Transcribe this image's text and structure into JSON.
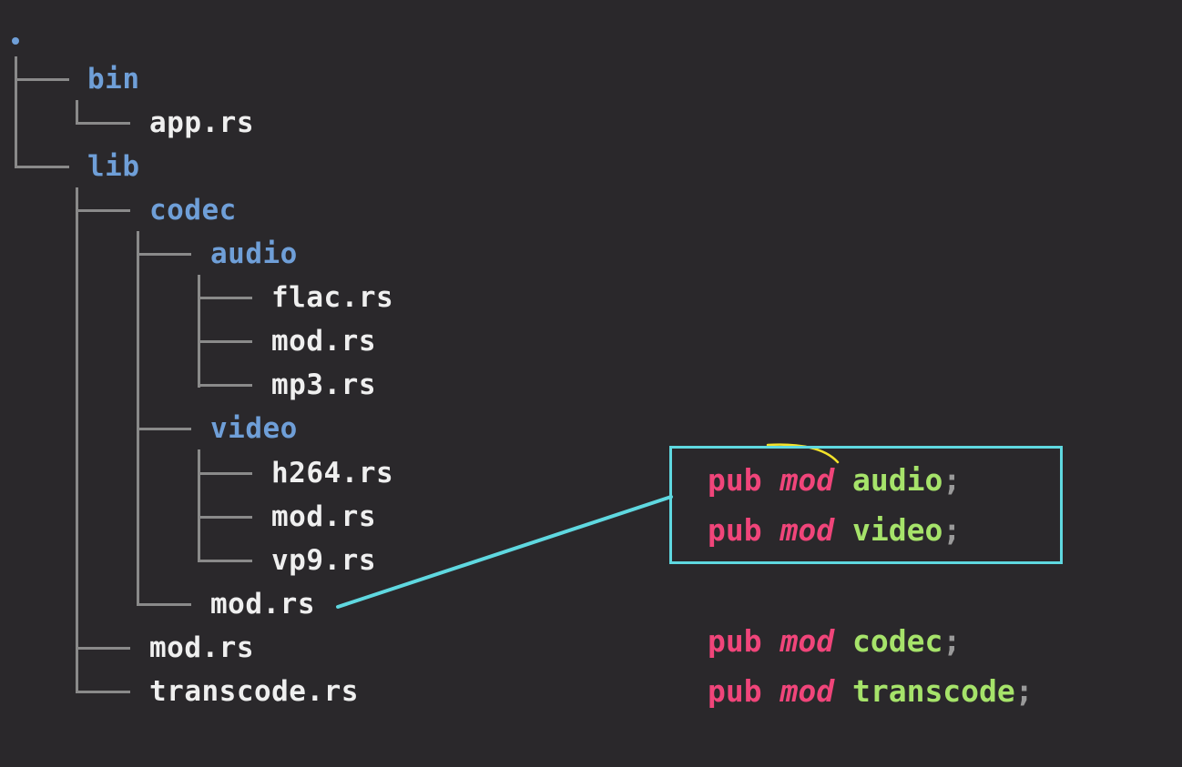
{
  "tree": {
    "root_label": ".",
    "nodes": [
      {
        "name": "bin",
        "type": "dir",
        "depth": 1
      },
      {
        "name": "app.rs",
        "type": "file",
        "depth": 2
      },
      {
        "name": "lib",
        "type": "dir",
        "depth": 1
      },
      {
        "name": "codec",
        "type": "dir",
        "depth": 2
      },
      {
        "name": "audio",
        "type": "dir",
        "depth": 3
      },
      {
        "name": "flac.rs",
        "type": "file",
        "depth": 4
      },
      {
        "name": "mod.rs",
        "type": "file",
        "depth": 4
      },
      {
        "name": "mp3.rs",
        "type": "file",
        "depth": 4
      },
      {
        "name": "video",
        "type": "dir",
        "depth": 3
      },
      {
        "name": "h264.rs",
        "type": "file",
        "depth": 4
      },
      {
        "name": "mod.rs",
        "type": "file",
        "depth": 4
      },
      {
        "name": "vp9.rs",
        "type": "file",
        "depth": 4
      },
      {
        "name": "mod.rs",
        "type": "file",
        "depth": 3
      },
      {
        "name": "mod.rs",
        "type": "file",
        "depth": 2
      },
      {
        "name": "transcode.rs",
        "type": "file",
        "depth": 2
      }
    ]
  },
  "codec_mod_box": {
    "lines": [
      {
        "kw": "pub",
        "kw2": "mod",
        "ident": "audio",
        "semi": ";"
      },
      {
        "kw": "pub",
        "kw2": "mod",
        "ident": "video",
        "semi": ";"
      }
    ]
  },
  "lib_mod_code": {
    "lines": [
      {
        "kw": "pub",
        "kw2": "mod",
        "ident": "codec",
        "semi": ";"
      },
      {
        "kw": "pub",
        "kw2": "mod",
        "ident": "transcode",
        "semi": ";"
      }
    ]
  },
  "colors": {
    "background": "#2a282b",
    "dir": "#6f9fd8",
    "file": "#efefef",
    "keyword": "#f0457a",
    "identifier": "#a6e36a",
    "highlight_box": "#5fd8e0",
    "annotation": "#f2e22a"
  }
}
